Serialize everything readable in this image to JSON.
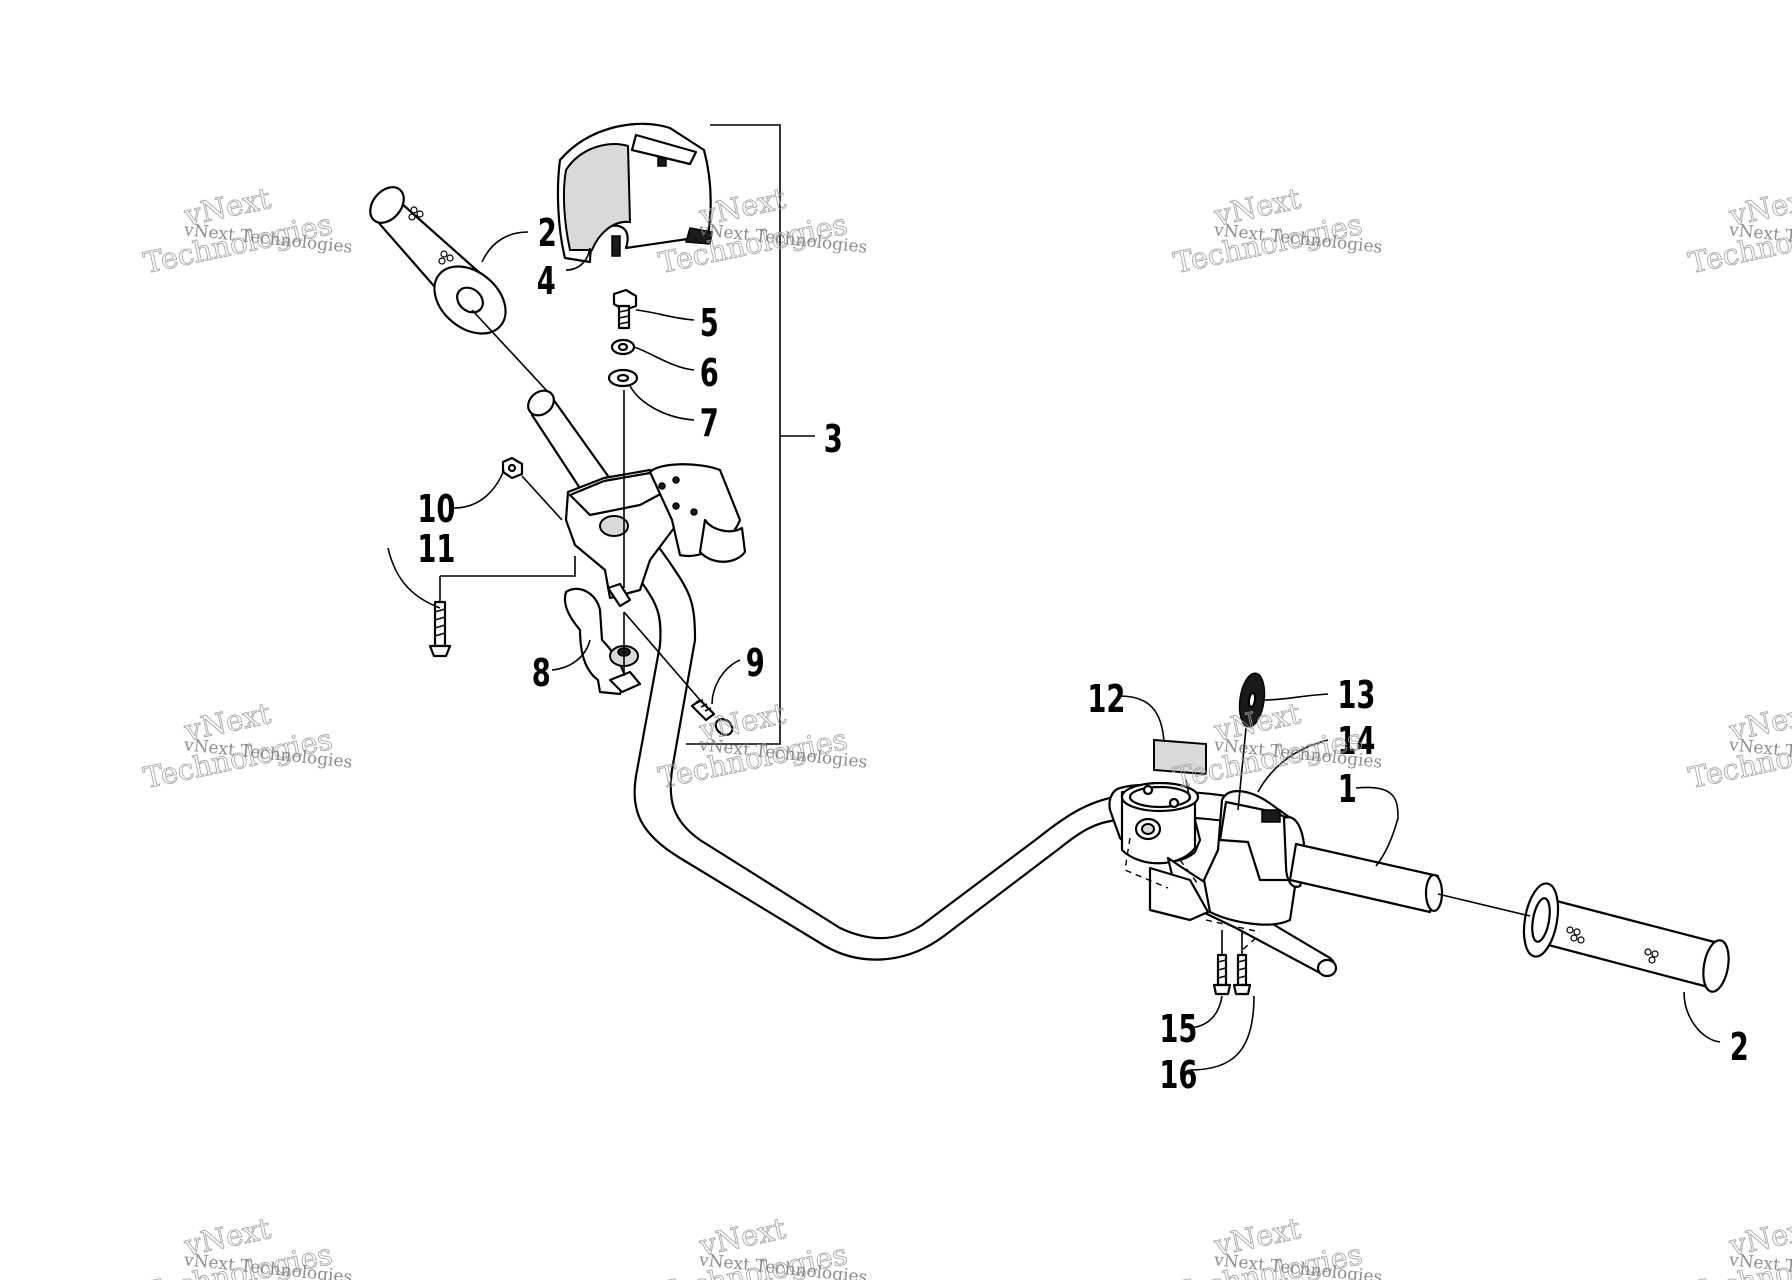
{
  "diagram": {
    "callouts": [
      {
        "id": "c2a",
        "label": "2"
      },
      {
        "id": "c4",
        "label": "4"
      },
      {
        "id": "c5",
        "label": "5"
      },
      {
        "id": "c6",
        "label": "6"
      },
      {
        "id": "c7",
        "label": "7"
      },
      {
        "id": "c3",
        "label": "3"
      },
      {
        "id": "c10",
        "label": "10"
      },
      {
        "id": "c11",
        "label": "11"
      },
      {
        "id": "c8",
        "label": "8"
      },
      {
        "id": "c9",
        "label": "9"
      },
      {
        "id": "c12",
        "label": "12"
      },
      {
        "id": "c13",
        "label": "13"
      },
      {
        "id": "c14",
        "label": "14"
      },
      {
        "id": "c1",
        "label": "1"
      },
      {
        "id": "c15",
        "label": "15"
      },
      {
        "id": "c16",
        "label": "16"
      },
      {
        "id": "c2b",
        "label": "2"
      }
    ]
  },
  "watermark": {
    "small": "vNext Technologies",
    "large_top": "vNext",
    "large_bottom": "Technologies"
  }
}
